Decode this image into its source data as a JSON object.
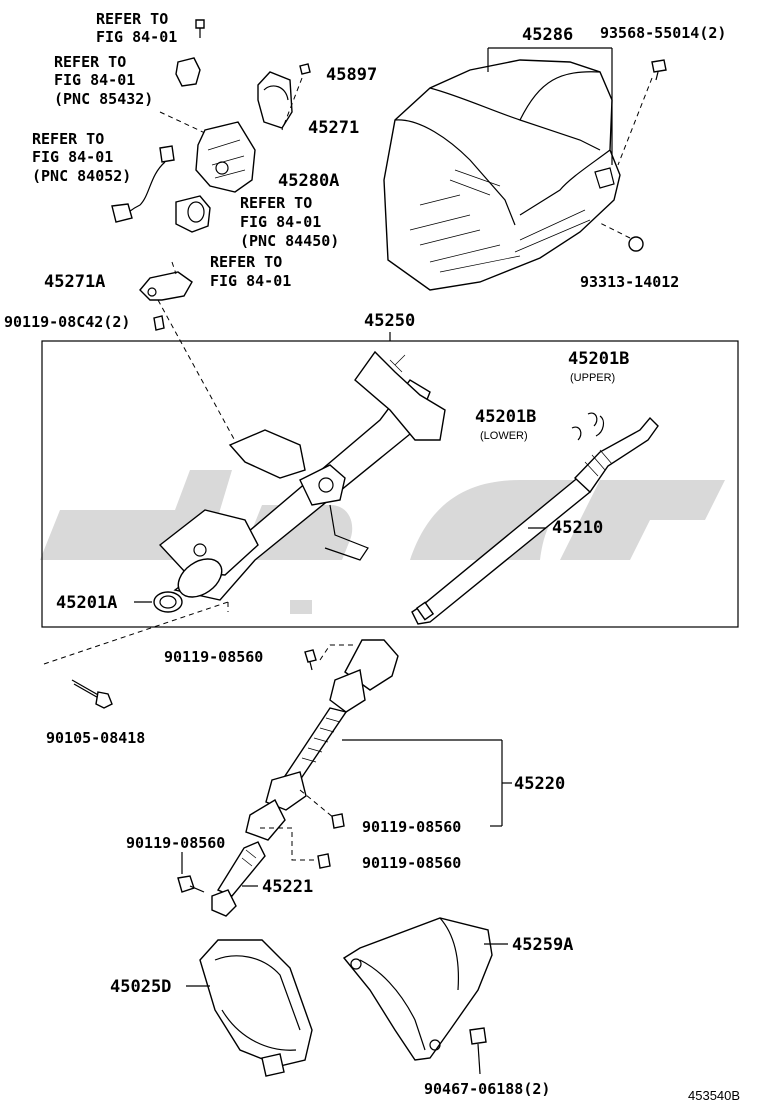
{
  "labels": {
    "ref_1": "REFER TO",
    "ref_1b": "FIG 84-01",
    "ref_2": "REFER TO",
    "ref_2b": "FIG 84-01",
    "ref_2c": "(PNC 85432)",
    "ref_3": "REFER TO",
    "ref_3b": "FIG 84-01",
    "ref_3c": "(PNC 84052)",
    "ref_4": "REFER TO",
    "ref_4b": "FIG 84-01",
    "ref_4c": "(PNC 84450)",
    "ref_5": "REFER TO",
    "ref_5b": "FIG 84-01",
    "p45286": "45286",
    "p93568": "93568-55014(2)",
    "p45897": "45897",
    "p45271": "45271",
    "p45280A": "45280A",
    "p93313": "93313-14012",
    "p45271A": "45271A",
    "p90119_08C42": "90119-08C42(2)",
    "p45250": "45250",
    "p45201B_u": "45201B",
    "upper": "(UPPER)",
    "p45201B_l": "45201B",
    "lower": "(LOWER)",
    "p45210": "45210",
    "p45201A": "45201A",
    "p90119_08560_a": "90119-08560",
    "p90105": "90105-08418",
    "p45220": "45220",
    "p90119_08560_b": "90119-08560",
    "p90119_08560_c": "90119-08560",
    "p90119_08560_d": "90119-08560",
    "p45221": "45221",
    "p45259A": "45259A",
    "p45025D": "45025D",
    "p90467": "90467-06188(2)",
    "fig_id": "453540B"
  }
}
